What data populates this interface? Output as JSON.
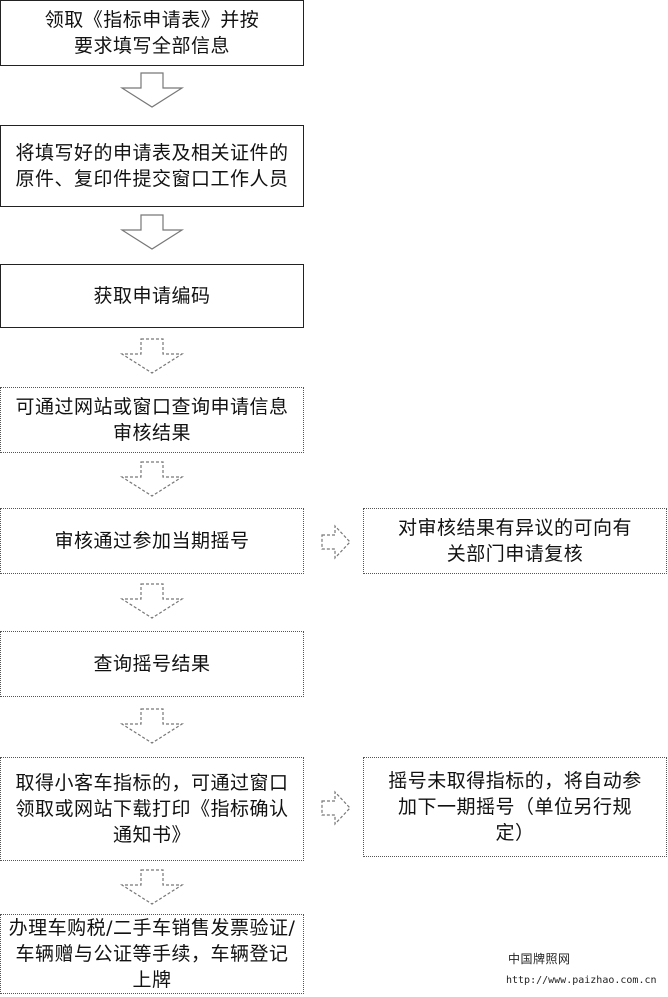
{
  "steps": [
    {
      "text": "领取《指标申请表》并按要求填写全部信息"
    },
    {
      "text": "将填写好的申请表及相关证件的原件、复印件提交窗口工作人员"
    },
    {
      "text": "获取申请编码"
    },
    {
      "text": "可通过网站或窗口查询申请信息审核结果"
    },
    {
      "text": "审核通过参加当期摇号"
    },
    {
      "text": "查询摇号结果"
    },
    {
      "text": "取得小客车指标的，可通过窗口领取或网站下载打印《指标确认通知书》"
    },
    {
      "text": "办理车购税/二手车销售发票验证/车辆赠与公证等手续，车辆登记上牌"
    }
  ],
  "side_notes": [
    {
      "text": "对审核结果有异议的可向有关部门申请复核"
    },
    {
      "text": "摇号未取得指标的，将自动参加下一期摇号（单位另行规定）"
    }
  ],
  "watermark": {
    "name": "中国牌照网",
    "url": "http://www.paizhao.com.cn"
  }
}
